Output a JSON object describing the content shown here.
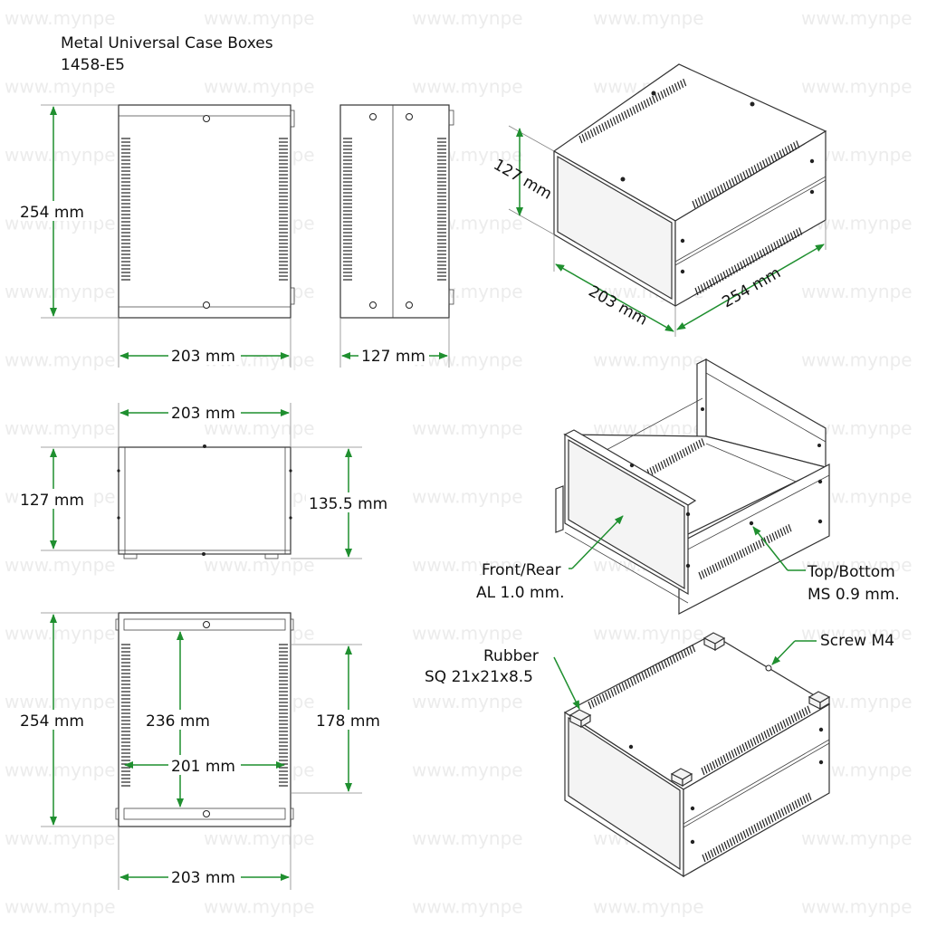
{
  "title": {
    "line1": "Metal Universal Case Boxes",
    "line2": "1458-E5"
  },
  "watermark": "www.mynpe",
  "dims": {
    "d254": "254 mm",
    "d203": "203 mm",
    "d127": "127 mm",
    "d135_5": "135.5 mm",
    "d236": "236 mm",
    "d201": "201 mm",
    "d178": "178 mm"
  },
  "callouts": {
    "front_rear_1": "Front/Rear",
    "front_rear_2": "AL 1.0 mm.",
    "top_bottom_1": "Top/Bottom",
    "top_bottom_2": "MS 0.9 mm.",
    "rubber_1": "Rubber",
    "rubber_2": "SQ 21x21x8.5",
    "screw": "Screw M4"
  },
  "colors": {
    "dimension": "#1f8f2f",
    "line": "#333333",
    "watermark": "#ececec"
  }
}
